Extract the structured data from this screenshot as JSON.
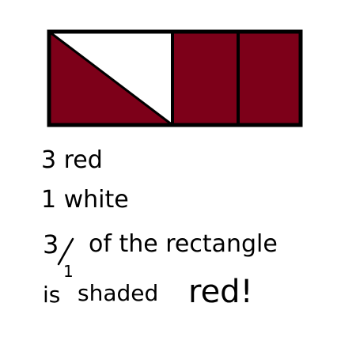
{
  "diagram": {
    "colors": {
      "shaded": "#7d0019",
      "unshaded": "#ffffff",
      "outline": "#000000"
    },
    "parts": [
      {
        "shape": "triangle",
        "shaded": true
      },
      {
        "shape": "triangle",
        "shaded": false
      },
      {
        "shape": "rectangle",
        "shaded": true
      },
      {
        "shape": "rectangle",
        "shaded": true
      }
    ]
  },
  "notes": {
    "red_count": "3 red",
    "white_count": "1 white",
    "fraction_numerator": "3",
    "fraction_denominator": "1",
    "conclusion_line1": "of the rectangle",
    "conclusion_line2_a": "is",
    "conclusion_line2_b": "shaded",
    "conclusion_line2_c": "red!"
  }
}
